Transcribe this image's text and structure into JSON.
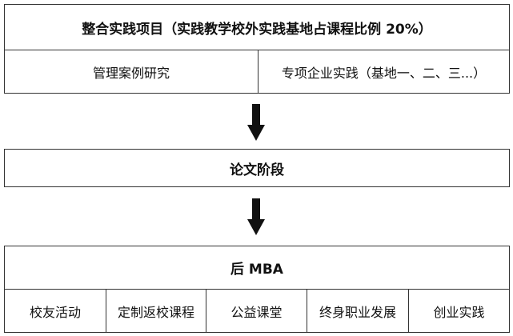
{
  "section1": {
    "title": "整合实践项目（实践教学校外实践基地占课程比例 20%）",
    "items": [
      "管理案例研究",
      "专项企业实践（基地一、二、三...）"
    ]
  },
  "section2": {
    "title": "论文阶段"
  },
  "section3": {
    "title": "后 MBA",
    "items": [
      "校友活动",
      "定制返校课程",
      "公益课堂",
      "终身职业发展",
      "创业实践"
    ]
  },
  "colors": {
    "border": "#333333",
    "arrow": "#111111",
    "background": "#ffffff"
  }
}
